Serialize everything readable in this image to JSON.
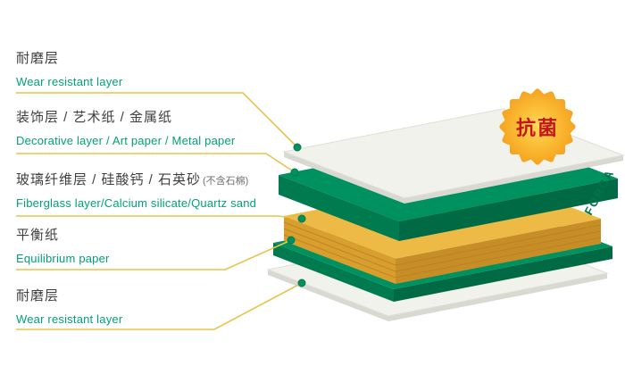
{
  "labels": [
    {
      "zh": "耐磨层",
      "en": "Wear resistant layer"
    },
    {
      "zh": "装饰层 / 艺术纸 / 金属纸",
      "en": "Decorative layer / Art paper / Metal paper"
    },
    {
      "zh": "玻璃纤维层 / 硅酸钙 / 石英砂",
      "zh_note": "(不含石棉)",
      "en": "Fiberglass layer/Calcium silicate/Quartz sand"
    },
    {
      "zh": "平衡纸",
      "en": "Equilibrium paper"
    },
    {
      "zh": "耐磨层",
      "en": "Wear resistant layer"
    }
  ],
  "badge": {
    "text": "抗菌"
  },
  "brand": {
    "text": "FORCA"
  },
  "colors": {
    "green_top": "#009161",
    "green_left": "#007B4F",
    "green_right": "#006A44",
    "yellow_top": "#EDBA45",
    "yellow_left": "#D99F2E",
    "yellow_right": "#C78E28",
    "yellow_stripe": "#B67F22",
    "sheet_top": "#F2F2ED",
    "sheet_side": "#D9D9D1",
    "leader_line": "#E8C44C",
    "label_zh": "#3F3F3F",
    "label_en": "#00A276",
    "badge_text": "#C4161C",
    "badge_orange": "#F5A11E",
    "badge_yellow": "#FFD95A",
    "brand_text": "#00744B"
  }
}
